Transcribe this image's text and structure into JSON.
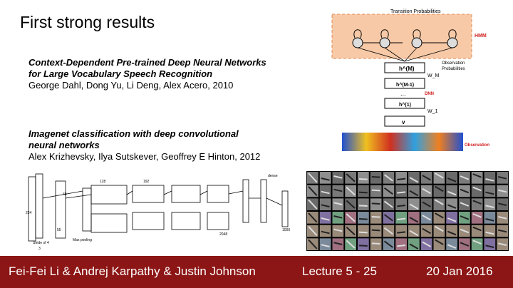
{
  "slide": {
    "title": "First strong results",
    "paper1": {
      "title_line1": "Context-Dependent Pre-trained Deep Neural Networks",
      "title_line2": "for Large Vocabulary Speech Recognition",
      "authors": "George Dahl, Dong Yu, Li Deng, Alex Acero, 2010"
    },
    "paper2": {
      "title_line1": "Imagenet classification with deep convolutional",
      "title_line2": "neural networks",
      "authors": "Alex Krizhevsky, Ilya Sutskever, Geoffrey E Hinton, 2012"
    }
  },
  "hmm_diagram": {
    "transition_label": "Transition Probabilities",
    "hmm_label": "HMM",
    "obs_prob_label_1": "Observation",
    "obs_prob_label_2": "Probabilities",
    "dnn_label": "DNN",
    "observation_label": "Observation",
    "wm_label": "W_M",
    "w1_label": "W_1",
    "hM_label": "h^(M)",
    "hM1_label": "h^(M-1)",
    "h1_label": "h^(1)",
    "v_label": "v",
    "dots": "..."
  },
  "alexnet_diagram": {
    "dense_label": "dense",
    "max_pooling": "Max pooling",
    "stride_label": "Stride of 4",
    "n224": "224",
    "n48": "48",
    "n128": "128",
    "n192": "192",
    "n2048": "2048",
    "n1000": "1000",
    "n55": "55",
    "n3": "3"
  },
  "footer": {
    "authors": "Fei-Fei Li & Andrej Karpathy & Justin Johnson",
    "lecture": "Lecture 5 - 25",
    "date": "20 Jan 2016"
  },
  "colors": {
    "footer_bg": "#8c1515",
    "hmm_box": "#f7c9a6",
    "hmm_text": "#d02020"
  }
}
